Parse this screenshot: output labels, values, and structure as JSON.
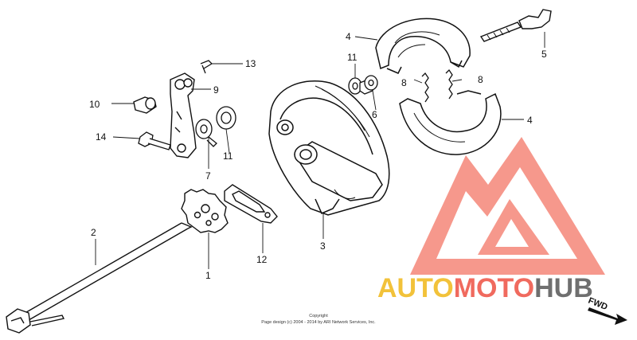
{
  "callouts": {
    "c1": "1",
    "c2": "2",
    "c3": "3",
    "c4a": "4",
    "c4b": "4",
    "c5": "5",
    "c6": "6",
    "c7": "7",
    "c8a": "8",
    "c8b": "8",
    "c9": "9",
    "c10": "10",
    "c11a": "11",
    "c11b": "11",
    "c12": "12",
    "c13": "13",
    "c14": "14"
  },
  "watermark": {
    "part1": "AUTO",
    "part2": "MOTO",
    "part3": "HUB",
    "color_yellow": "#f2c23a",
    "color_red": "#f06a5e",
    "color_gray": "#6f6f6f"
  },
  "direction_label": "FWD",
  "copyright": {
    "line1": "Copyright",
    "line2": "Page design (c) 2004 - 2014 by ARI Network Services, Inc."
  }
}
